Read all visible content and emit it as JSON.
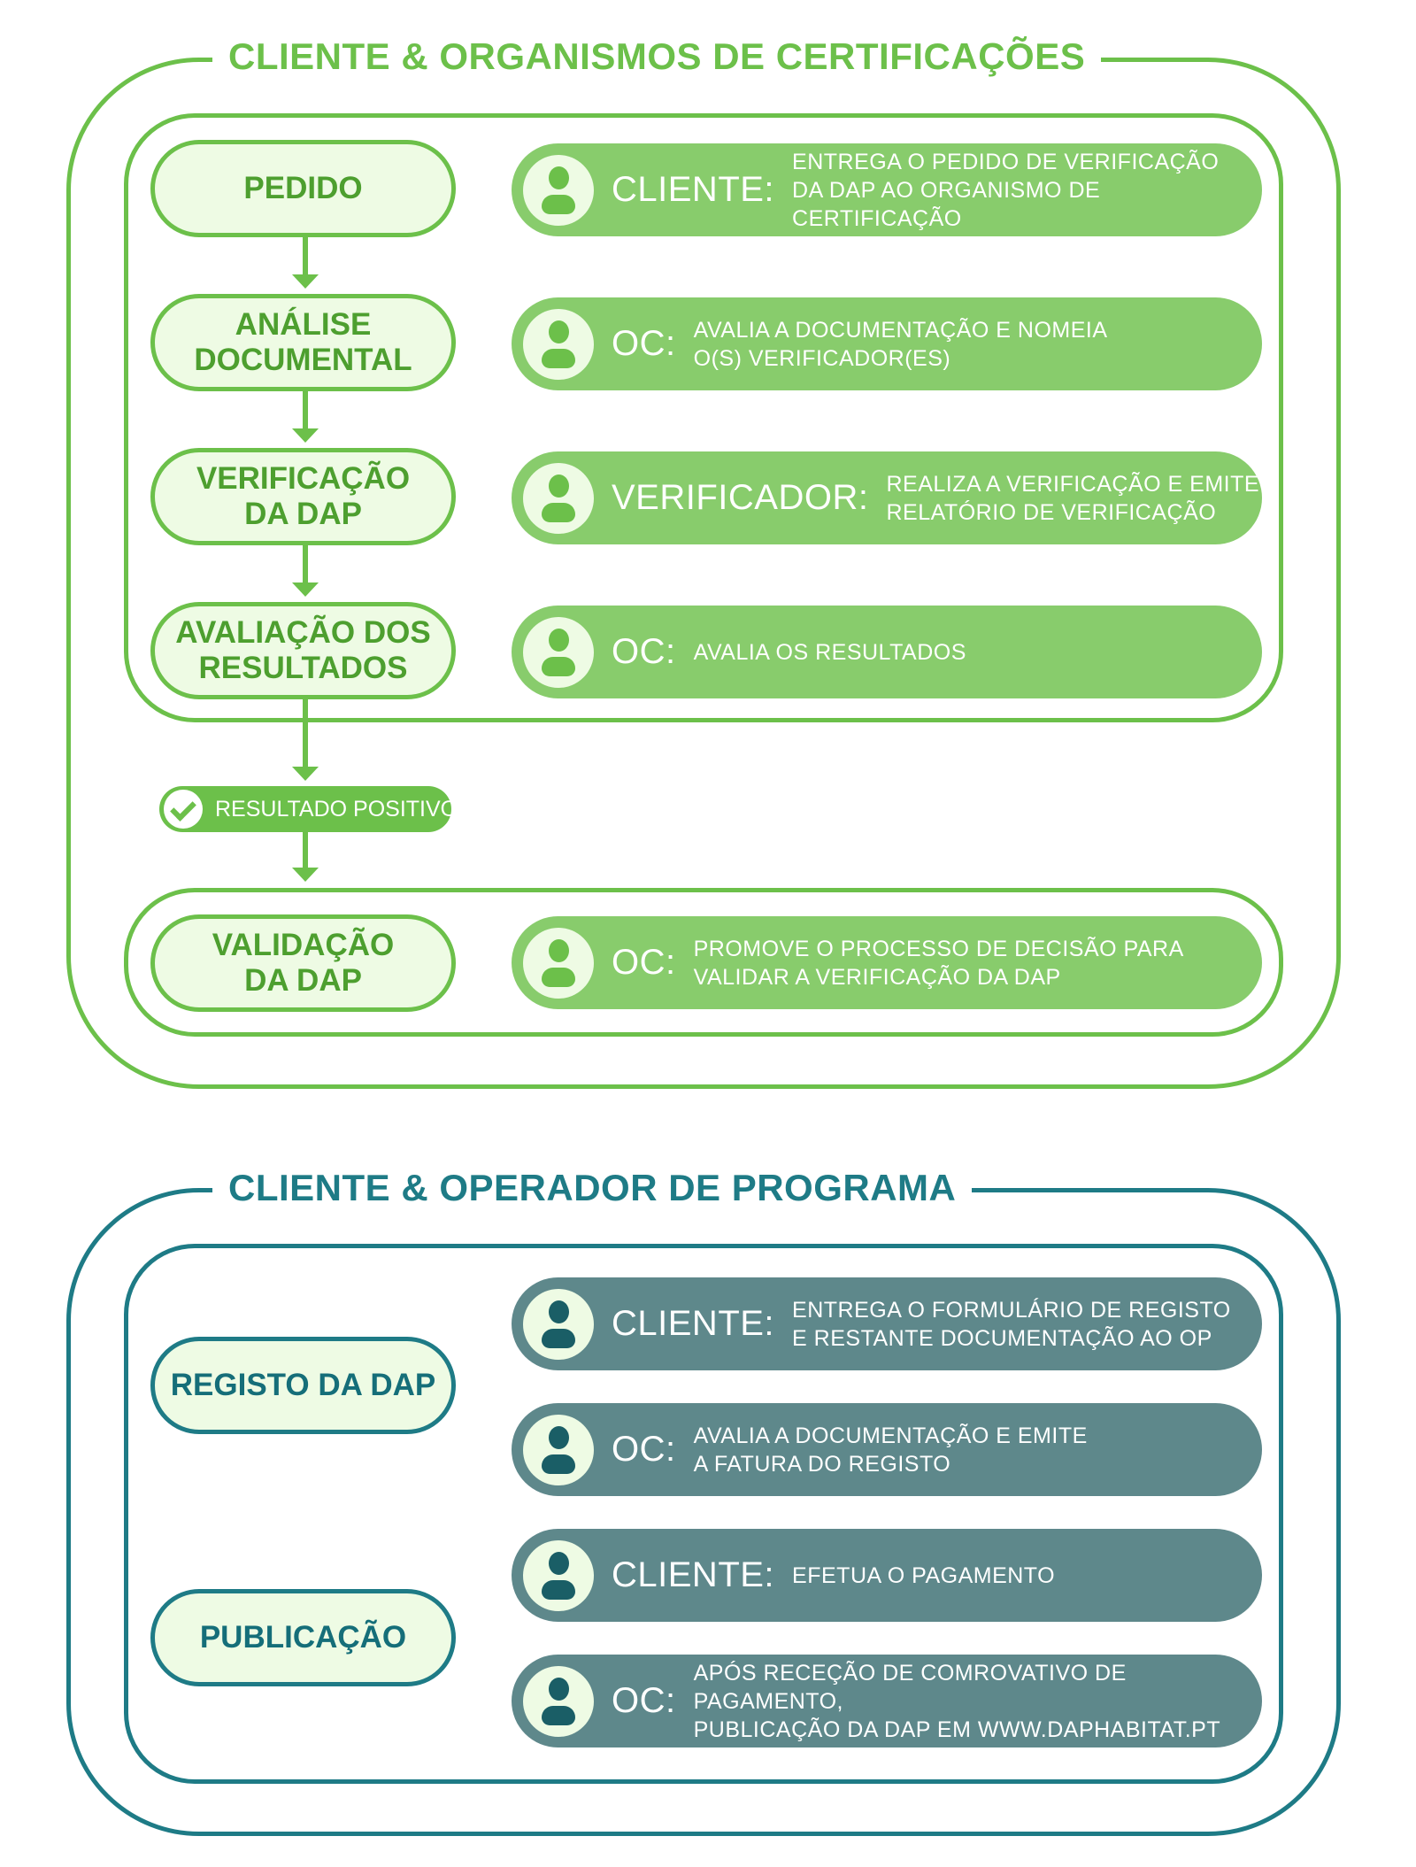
{
  "colors": {
    "green_accent": "#6cc04a",
    "green_bar": "#88cc6c",
    "teal_accent": "#1e7b86",
    "teal_bar": "#5e888b",
    "pill_fill": "#eefbe4"
  },
  "section1": {
    "title": "CLIENTE & ORGANISMOS DE CERTIFICAÇÕES",
    "steps": [
      {
        "label": "PEDIDO"
      },
      {
        "label": "ANÁLISE\nDOCUMENTAL"
      },
      {
        "label": "VERIFICAÇÃO\nDA DAP"
      },
      {
        "label": "AVALIAÇÃO DOS\nRESULTADOS"
      }
    ],
    "roles": [
      {
        "icon": "user-icon",
        "role": "CLIENTE:",
        "text": "ENTREGA O PEDIDO DE VERIFICAÇÃO\nDA DAP AO ORGANISMO DE CERTIFICAÇÃO"
      },
      {
        "icon": "user-icon",
        "role": "OC:",
        "text": "AVALIA A DOCUMENTAÇÃO E NOMEIA\nO(S) VERIFICADOR(ES)"
      },
      {
        "icon": "user-icon",
        "role": "VERIFICADOR:",
        "text": "REALIZA A VERIFICAÇÃO E EMITE\nRELATÓRIO DE VERIFICAÇÃO"
      },
      {
        "icon": "user-icon",
        "role": "OC:",
        "text": "AVALIA OS RESULTADOS"
      }
    ],
    "result_badge": {
      "icon": "check-circle-icon",
      "label": "RESULTADO POSITIVO"
    },
    "validation": {
      "label": "VALIDAÇÃO\nDA DAP",
      "role": "OC:",
      "text": "PROMOVE O PROCESSO DE DECISÃO PARA\nVALIDAR A VERIFICAÇÃO DA DAP"
    }
  },
  "section2": {
    "title": "CLIENTE & OPERADOR DE PROGRAMA",
    "steps": [
      {
        "label": "REGISTO DA DAP"
      },
      {
        "label": "PUBLICAÇÃO"
      }
    ],
    "roles": [
      {
        "icon": "user-icon",
        "role": "CLIENTE:",
        "text": "ENTREGA O FORMULÁRIO DE REGISTO\nE RESTANTE DOCUMENTAÇÃO AO OP"
      },
      {
        "icon": "user-icon",
        "role": "OC:",
        "text": "AVALIA A DOCUMENTAÇÃO E EMITE\nA FATURA DO REGISTO"
      },
      {
        "icon": "user-icon",
        "role": "CLIENTE:",
        "text": "EFETUA O PAGAMENTO"
      },
      {
        "icon": "user-icon",
        "role": "OC:",
        "text": "APÓS RECEÇÃO DE COMROVATIVO DE PAGAMENTO,\nPUBLICAÇÃO DA DAP EM WWW.DAPHABITAT.PT"
      }
    ]
  }
}
